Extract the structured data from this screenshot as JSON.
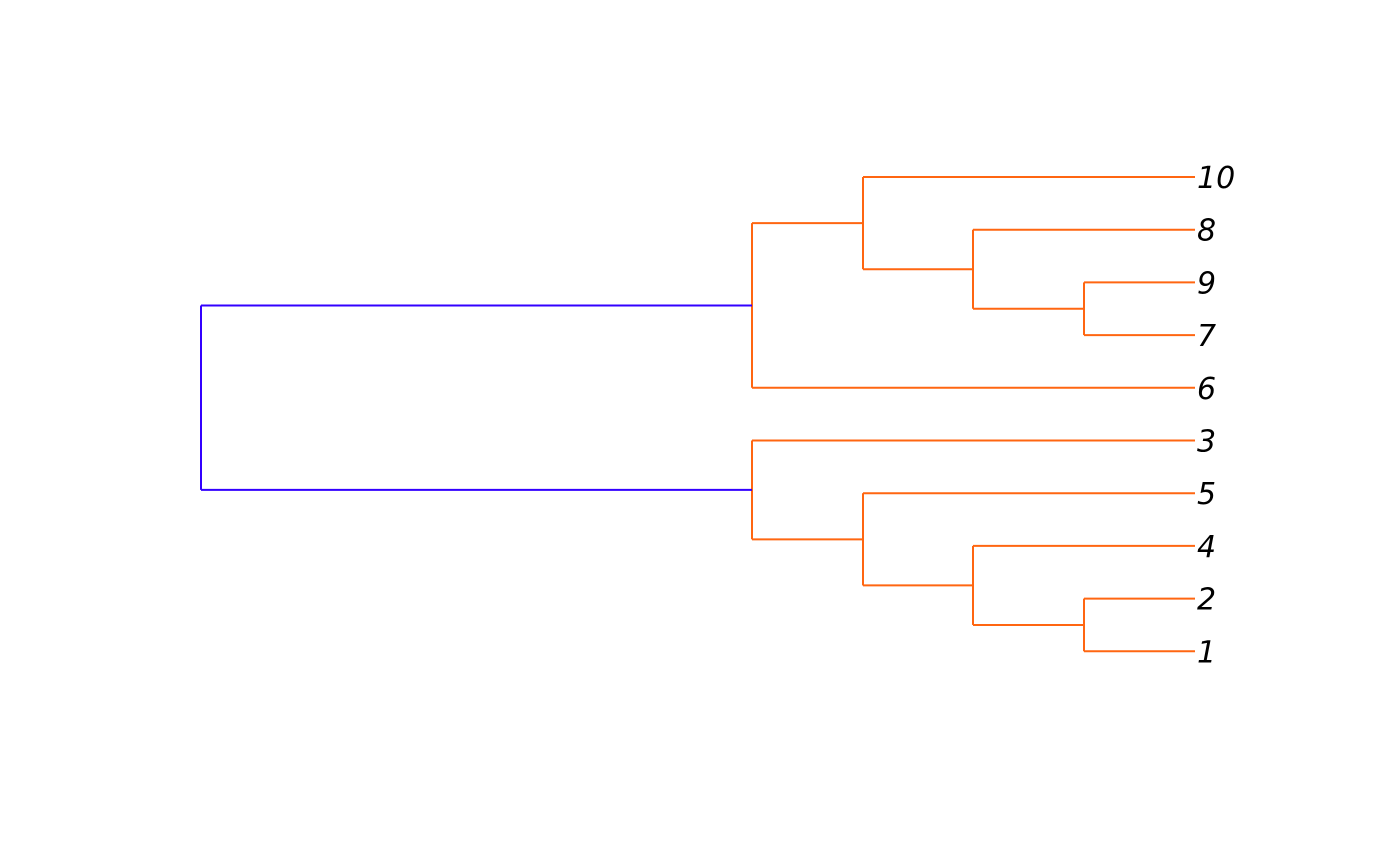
{
  "colors": {
    "root_link": "#3300ff",
    "cluster_links": "#ff6611",
    "labels": "#000000"
  },
  "leaves": [
    "10",
    "8",
    "9",
    "7",
    "6",
    "3",
    "5",
    "4",
    "2",
    "1"
  ],
  "tree": {
    "children": [
      {
        "children": [
          {
            "children": [
              {
                "leaf": "10"
              },
              {
                "children": [
                  {
                    "leaf": "8"
                  },
                  {
                    "children": [
                      {
                        "leaf": "9"
                      },
                      {
                        "leaf": "7"
                      }
                    ]
                  }
                ]
              }
            ]
          },
          {
            "leaf": "6"
          }
        ]
      },
      {
        "children": [
          {
            "leaf": "3"
          },
          {
            "children": [
              {
                "leaf": "5"
              },
              {
                "children": [
                  {
                    "leaf": "4"
                  },
                  {
                    "children": [
                      {
                        "leaf": "2"
                      },
                      {
                        "leaf": "1"
                      }
                    ]
                  }
                ]
              }
            ]
          }
        ]
      }
    ]
  }
}
